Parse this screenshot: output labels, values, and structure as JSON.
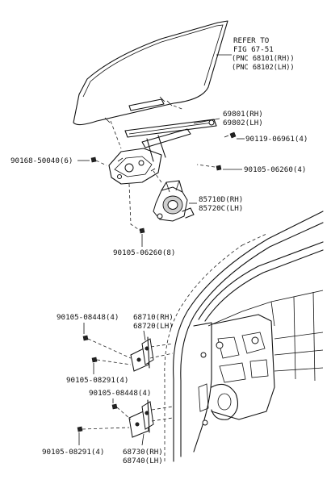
{
  "callouts": {
    "refer_line1": "REFER TO",
    "refer_line2": "FIG 67-51",
    "refer_line3": "(PNC 68101(RH))",
    "refer_line4": "(PNC 68102(LH))",
    "regulator_rh": "69801(RH)",
    "regulator_lh": "69802(LH)",
    "bolt_90119": "90119-06961(4)",
    "bolt_90168": "90168-50040(6)",
    "bolt_90105_06260_right": "90105-06260(4)",
    "motor_rh": "85710D(RH)",
    "motor_lh": "85720C(LH)",
    "bolt_90105_06260_bottom": "90105-06260(8)",
    "bolt_90105_08448_upper": "90105-08448(4)",
    "hinge_upper_rh": "68710(RH)",
    "hinge_upper_lh": "68720(LH)",
    "bolt_90105_08291_upper": "90105-08291(4)",
    "bolt_90105_08448_lower": "90105-08448(4)",
    "bolt_90105_08291_lower": "90105-08291(4)",
    "hinge_lower_rh": "68730(RH)",
    "hinge_lower_lh": "68740(LH)"
  }
}
